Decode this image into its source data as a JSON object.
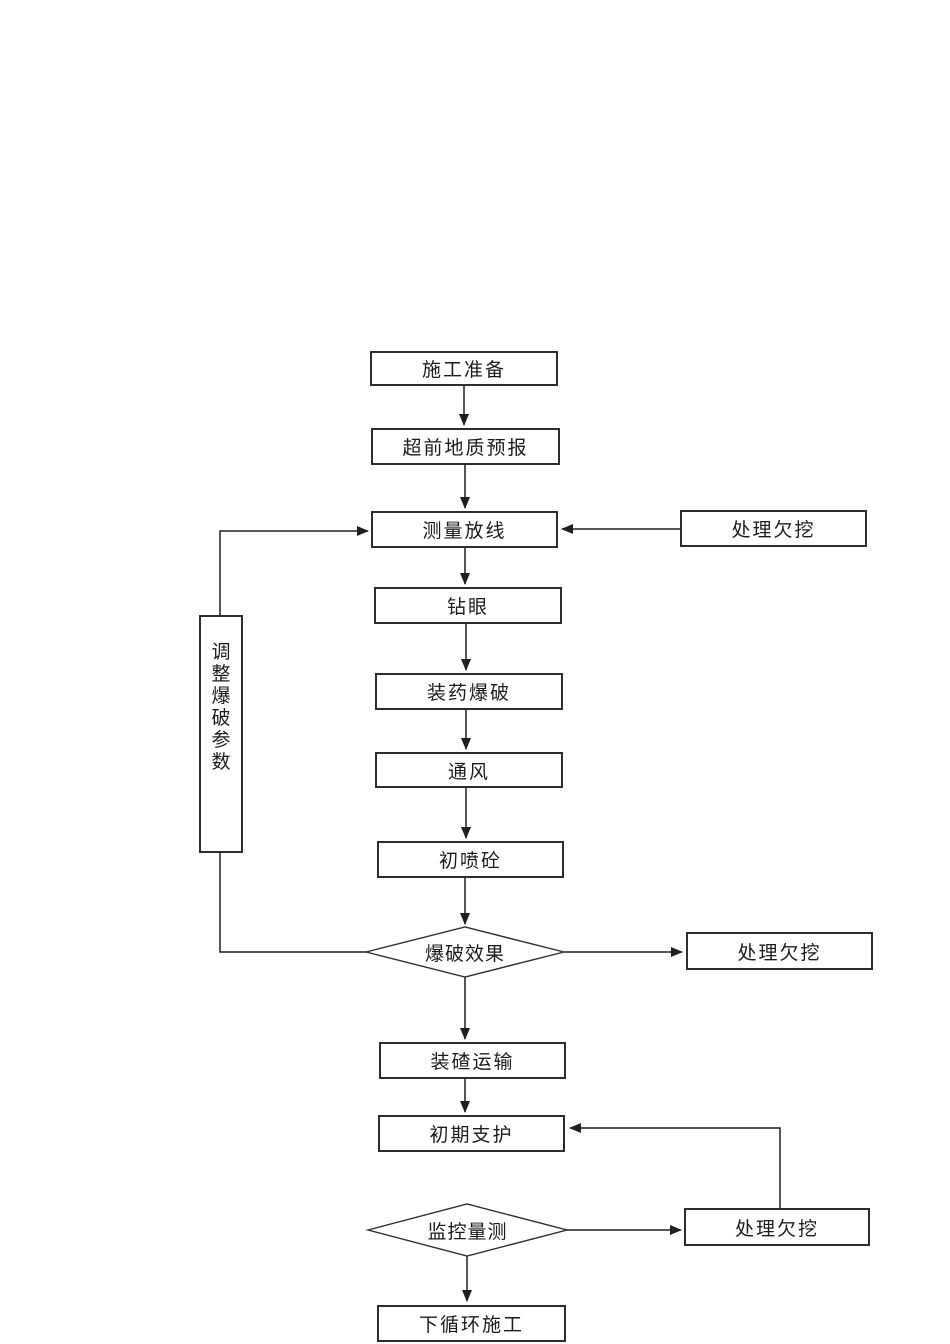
{
  "page": {
    "background": "#ffffff",
    "line_color": "#1f1f1f",
    "border_color": "#2d2d2d",
    "text_color": "#1c1c1c"
  },
  "diagram": {
    "type": "flowchart",
    "nodes": [
      {
        "id": "prep",
        "label": "施工准备",
        "shape": "rect"
      },
      {
        "id": "forecast",
        "label": "超前地质预报",
        "shape": "rect"
      },
      {
        "id": "survey",
        "label": "测量放线",
        "shape": "rect"
      },
      {
        "id": "underbreak-top",
        "label": "处理欠挖",
        "shape": "rect"
      },
      {
        "id": "drill",
        "label": "钻眼",
        "shape": "rect"
      },
      {
        "id": "charge-blast",
        "label": "装药爆破",
        "shape": "rect"
      },
      {
        "id": "ventilation",
        "label": "通风",
        "shape": "rect"
      },
      {
        "id": "initial-shotcrete",
        "label": "初喷砼",
        "shape": "rect"
      },
      {
        "id": "adjust-params",
        "label": "调整爆破参数",
        "shape": "tall-rect-vertical-text"
      },
      {
        "id": "blast-effect",
        "label": "爆破效果",
        "shape": "diamond"
      },
      {
        "id": "underbreak-mid",
        "label": "处理欠挖",
        "shape": "rect"
      },
      {
        "id": "muck-transport",
        "label": "装碴运输",
        "shape": "rect"
      },
      {
        "id": "initial-support",
        "label": "初期支护",
        "shape": "rect"
      },
      {
        "id": "monitoring",
        "label": "监控量测",
        "shape": "diamond"
      },
      {
        "id": "underbreak-bottom",
        "label": "处理欠挖",
        "shape": "rect"
      },
      {
        "id": "next-cycle",
        "label": "下循环施工",
        "shape": "rect"
      }
    ],
    "edges": [
      {
        "from": "prep",
        "to": "forecast"
      },
      {
        "from": "forecast",
        "to": "survey"
      },
      {
        "from": "underbreak-top",
        "to": "survey"
      },
      {
        "from": "survey",
        "to": "drill"
      },
      {
        "from": "drill",
        "to": "charge-blast"
      },
      {
        "from": "charge-blast",
        "to": "ventilation"
      },
      {
        "from": "ventilation",
        "to": "initial-shotcrete"
      },
      {
        "from": "initial-shotcrete",
        "to": "blast-effect"
      },
      {
        "from": "blast-effect",
        "to": "survey",
        "via": "adjust-params left loop"
      },
      {
        "from": "blast-effect",
        "to": "underbreak-mid"
      },
      {
        "from": "blast-effect",
        "to": "muck-transport"
      },
      {
        "from": "muck-transport",
        "to": "initial-support"
      },
      {
        "from": "underbreak-bottom",
        "to": "initial-support"
      },
      {
        "from": "monitoring",
        "to": "underbreak-bottom"
      },
      {
        "from": "monitoring",
        "to": "next-cycle"
      }
    ]
  }
}
